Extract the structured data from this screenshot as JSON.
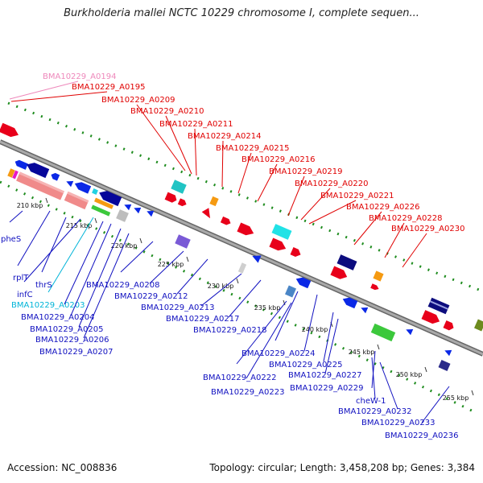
{
  "title": "Burkholderia mallei NCTC 10229 chromosome I, complete sequen...",
  "footer": {
    "accession": "Accession: NC_008836",
    "summary": "Topology: circular; Length: 3,458,208 bp; Genes: 3,384"
  },
  "colors": {
    "backbone": "#8c8c8c",
    "dots": "#1e8c1e",
    "forward_label": "#e00000",
    "reverse_label": "#1010c0",
    "rna_label": "#00b4d8",
    "pink_label": "#ee88bb"
  },
  "ticks": [
    "210 kbp",
    "215 kbp",
    "220 kbp",
    "225 kbp",
    "230 kbp",
    "235 kbp",
    "240 kbp",
    "245 kbp",
    "250 kbp",
    "255 kbp"
  ],
  "top_labels": [
    {
      "text": "BMA10229_A0194",
      "color": "pink"
    },
    {
      "text": "BMA10229_A0195",
      "color": "red"
    },
    {
      "text": "BMA10229_A0209",
      "color": "red"
    },
    {
      "text": "BMA10229_A0210",
      "color": "red"
    },
    {
      "text": "BMA10229_A0211",
      "color": "red"
    },
    {
      "text": "BMA10229_A0214",
      "color": "red"
    },
    {
      "text": "BMA10229_A0215",
      "color": "red"
    },
    {
      "text": "BMA10229_A0216",
      "color": "red"
    },
    {
      "text": "BMA10229_A0219",
      "color": "red"
    },
    {
      "text": "BMA10229_A0220",
      "color": "red"
    },
    {
      "text": "BMA10229_A0221",
      "color": "red"
    },
    {
      "text": "BMA10229_A0226",
      "color": "red"
    },
    {
      "text": "BMA10229_A0228",
      "color": "red"
    },
    {
      "text": "BMA10229_A0230",
      "color": "red"
    }
  ],
  "bottom_labels": [
    {
      "text": "pheS",
      "color": "blue"
    },
    {
      "text": "rplT",
      "color": "blue"
    },
    {
      "text": "thrS",
      "color": "blue"
    },
    {
      "text": "infC",
      "color": "blue"
    },
    {
      "text": "BMA10229_A0203",
      "color": "cyan"
    },
    {
      "text": "BMA10229_A0204",
      "color": "blue"
    },
    {
      "text": "BMA10229_A0205",
      "color": "blue"
    },
    {
      "text": "BMA10229_A0206",
      "color": "blue"
    },
    {
      "text": "BMA10229_A0207",
      "color": "blue"
    },
    {
      "text": "BMA10229_A0208",
      "color": "blue"
    },
    {
      "text": "BMA10229_A0212",
      "color": "blue"
    },
    {
      "text": "BMA10229_A0213",
      "color": "blue"
    },
    {
      "text": "BMA10229_A0217",
      "color": "blue"
    },
    {
      "text": "BMA10229_A0218",
      "color": "blue"
    },
    {
      "text": "BMA10229_A0224",
      "color": "blue"
    },
    {
      "text": "BMA10229_A0225",
      "color": "blue"
    },
    {
      "text": "BMA10229_A0222",
      "color": "blue"
    },
    {
      "text": "BMA10229_A0227",
      "color": "blue"
    },
    {
      "text": "BMA10229_A0223",
      "color": "blue"
    },
    {
      "text": "BMA10229_A0229",
      "color": "blue"
    },
    {
      "text": "cheW-1",
      "color": "blue"
    },
    {
      "text": "BMA10229_A0232",
      "color": "blue"
    },
    {
      "text": "BMA10229_A0233",
      "color": "blue"
    },
    {
      "text": "BMA10229_A0236",
      "color": "blue"
    }
  ]
}
